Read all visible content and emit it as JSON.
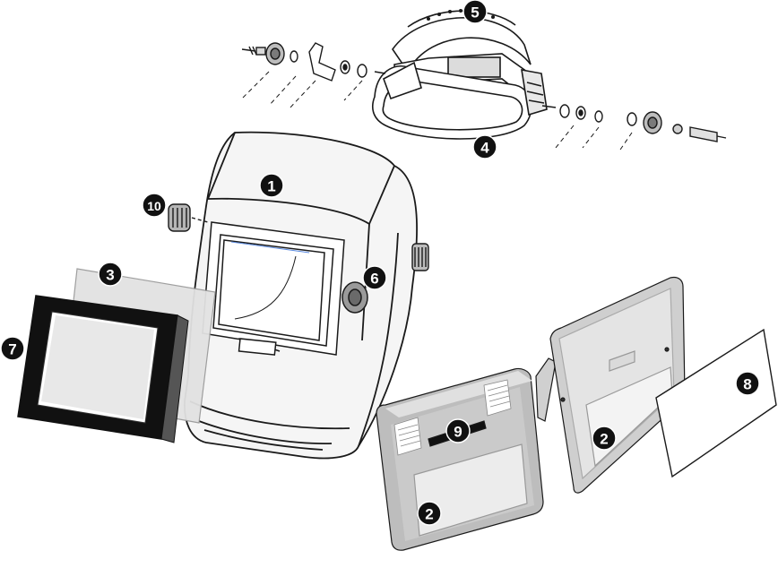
{
  "diagram": {
    "callouts": [
      {
        "id": "c1",
        "label": "1",
        "part": "helmet-shell"
      },
      {
        "id": "c2a",
        "label": "2",
        "part": "auto-darkening-filter-front"
      },
      {
        "id": "c2b",
        "label": "2",
        "part": "auto-darkening-filter-back"
      },
      {
        "id": "c3",
        "label": "3",
        "part": "inner-cover-lens"
      },
      {
        "id": "c4",
        "label": "4",
        "part": "headgear-band"
      },
      {
        "id": "c5",
        "label": "5",
        "part": "headgear-top-strap"
      },
      {
        "id": "c6",
        "label": "6",
        "part": "shade-knob"
      },
      {
        "id": "c7",
        "label": "7",
        "part": "lens-retaining-frame"
      },
      {
        "id": "c8",
        "label": "8",
        "part": "outer-cover-lens"
      },
      {
        "id": "c9",
        "label": "9",
        "part": "filter-controls"
      },
      {
        "id": "c10",
        "label": "10",
        "part": "side-knob"
      }
    ],
    "colors": {
      "outline": "#1a1a1a",
      "shell_fill": "#f2f2f2",
      "lens_gray": "#e6e6e6",
      "filter_gray": "#cfcfcf",
      "frame_black": "#111111",
      "callout_bg": "#111111"
    }
  }
}
